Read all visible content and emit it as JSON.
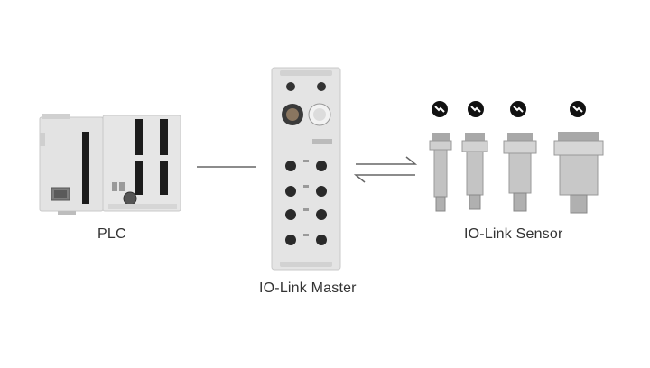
{
  "diagram": {
    "nodes": {
      "plc": {
        "label": "PLC"
      },
      "master": {
        "label": "IO-Link Master"
      },
      "sensors": {
        "label": "IO-Link Sensor"
      }
    },
    "sensor_count": 4,
    "icon": "io-link-logo-icon",
    "connectors": [
      {
        "from": "plc",
        "to": "master",
        "style": "line"
      },
      {
        "from": "master",
        "to": "sensors",
        "style": "bidirectional-half-arrows"
      }
    ],
    "colors": {
      "line": "#666666",
      "device_body": "#e4e4e4",
      "device_edge": "#c9c9c9",
      "terminal": "#1a1a1a",
      "metal": "#b9b9b9",
      "logo": "#111111"
    }
  }
}
